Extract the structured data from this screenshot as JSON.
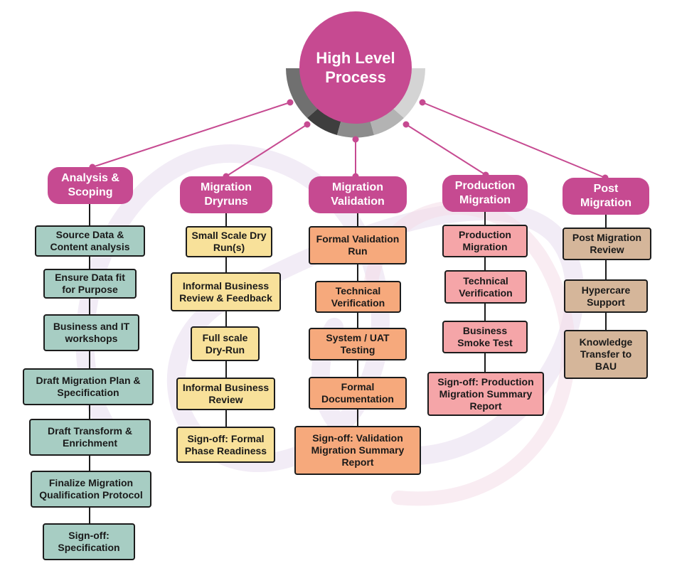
{
  "title": "High Level Process",
  "colors": {
    "hub": "#c64a91",
    "header": "#c64a91",
    "connector": "#c64a91",
    "analysis": "#a7cdc3",
    "dryruns": "#f8e19a",
    "validation": "#f6a97c",
    "production": "#f5a5a8",
    "post": "#d5b69a",
    "border": "#1c1c1c"
  },
  "phases": [
    {
      "label": "Analysis & Scoping",
      "steps": [
        "Source Data & Content analysis",
        "Ensure Data fit for Purpose",
        "Business and IT workshops",
        "Draft Migration Plan & Specification",
        "Draft Transform & Enrichment",
        "Finalize Migration Qualification Protocol",
        "Sign-off: Specification"
      ]
    },
    {
      "label": "Migration Dryruns",
      "steps": [
        "Small Scale Dry Run(s)",
        "Informal Business Review & Feedback",
        "Full scale Dry-Run",
        "Informal Business Review",
        "Sign-off: Formal Phase Readiness"
      ]
    },
    {
      "label": "Migration Validation",
      "steps": [
        "Formal Validation Run",
        "Technical Verification",
        "System / UAT Testing",
        "Formal Documentation",
        "Sign-off: Validation Migration Summary Report"
      ]
    },
    {
      "label": "Production Migration",
      "steps": [
        "Production Migration",
        "Technical Verification",
        "Business Smoke Test",
        "Sign-off: Production Migration Summary Report"
      ]
    },
    {
      "label": "Post Migration",
      "steps": [
        "Post Migration Review",
        "Hypercare Support",
        "Knowledge Transfer to BAU"
      ]
    }
  ]
}
